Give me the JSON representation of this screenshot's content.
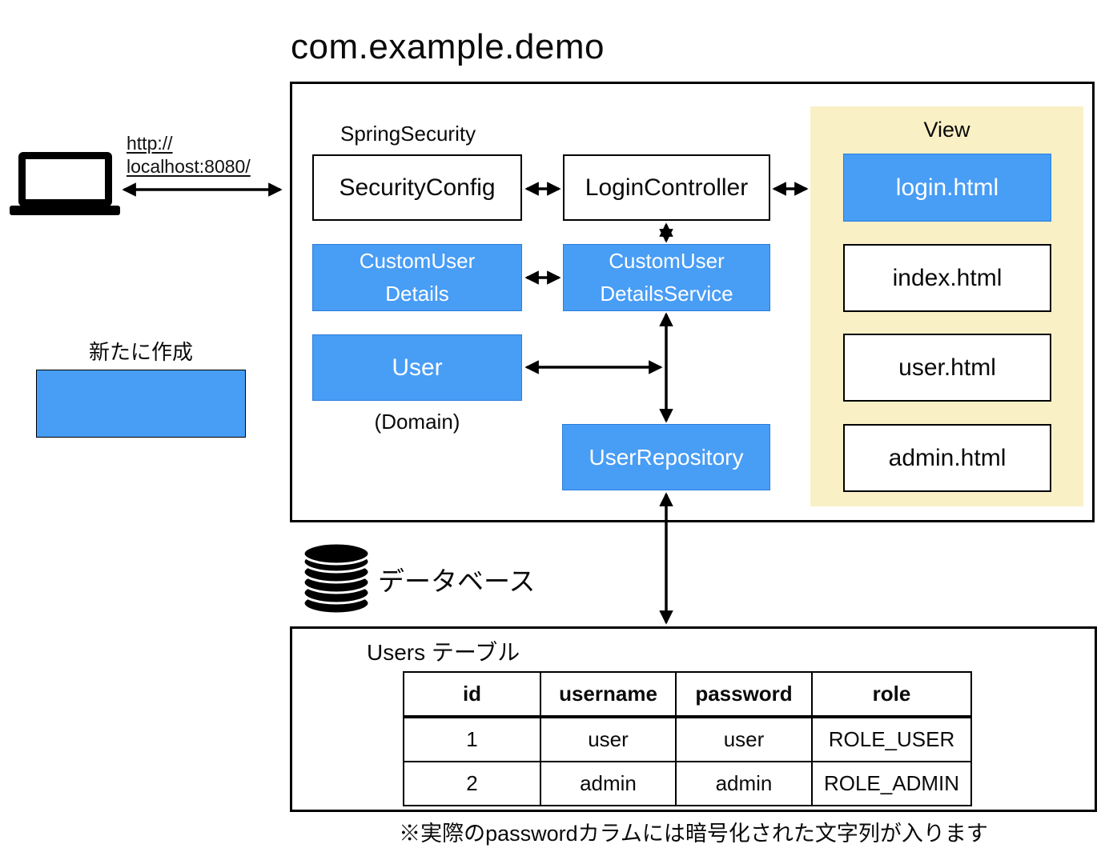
{
  "title": "com.example.demo",
  "browser": {
    "url_line1": "http://",
    "url_line2": "localhost:8080/"
  },
  "app": {
    "spring_security_label": "SpringSecurity",
    "components": {
      "security_config": "SecurityConfig",
      "login_controller": "LoginController",
      "custom_user_details_line1": "CustomUser",
      "custom_user_details_line2": "Details",
      "custom_user_details_service_line1": "CustomUser",
      "custom_user_details_service_line2": "DetailsService",
      "user": "User",
      "user_domain_label": "(Domain)",
      "user_repository": "UserRepository"
    },
    "view": {
      "label": "View",
      "pages": [
        {
          "name": "login.html",
          "highlighted": true
        },
        {
          "name": "index.html",
          "highlighted": false
        },
        {
          "name": "user.html",
          "highlighted": false
        },
        {
          "name": "admin.html",
          "highlighted": false
        }
      ]
    }
  },
  "legend": {
    "label": "新たに作成"
  },
  "database": {
    "label": "データベース"
  },
  "users_table": {
    "title": "Users テーブル",
    "columns": [
      "id",
      "username",
      "password",
      "role"
    ],
    "rows": [
      [
        "1",
        "user",
        "user",
        "ROLE_USER"
      ],
      [
        "2",
        "admin",
        "admin",
        "ROLE_ADMIN"
      ]
    ]
  },
  "footnote": "※実際のpasswordカラムには暗号化された文字列が入ります",
  "colors": {
    "accent_blue": "#489DF5",
    "view_bg": "#FAF0C6"
  }
}
